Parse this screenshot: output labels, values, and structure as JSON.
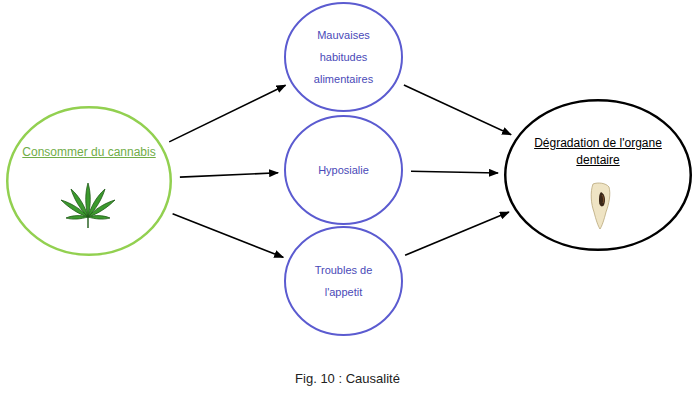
{
  "diagram": {
    "caption": "Fig. 10 : Causalité",
    "nodes": [
      {
        "text": [
          "Consommer du cannabis"
        ]
      },
      {
        "text": [
          "Mauvaises habitudes alimentaires"
        ]
      },
      {
        "text": [
          "Hyposialie"
        ]
      },
      {
        "text": [
          "Troubles de l'appetit"
        ]
      },
      {
        "text": [
          "Dégradation de l'organe dentaire"
        ]
      }
    ],
    "edges": [
      {
        "from": 0,
        "to": 1,
        "arrow": "to"
      },
      {
        "from": 0,
        "to": 2,
        "arrow": "to"
      },
      {
        "from": 0,
        "to": 3,
        "arrow": "to"
      },
      {
        "from": 1,
        "to": 4,
        "arrow": "to"
      },
      {
        "from": 2,
        "to": 4,
        "arrow": "to"
      },
      {
        "from": 3,
        "to": 4,
        "arrow": "to"
      }
    ]
  }
}
